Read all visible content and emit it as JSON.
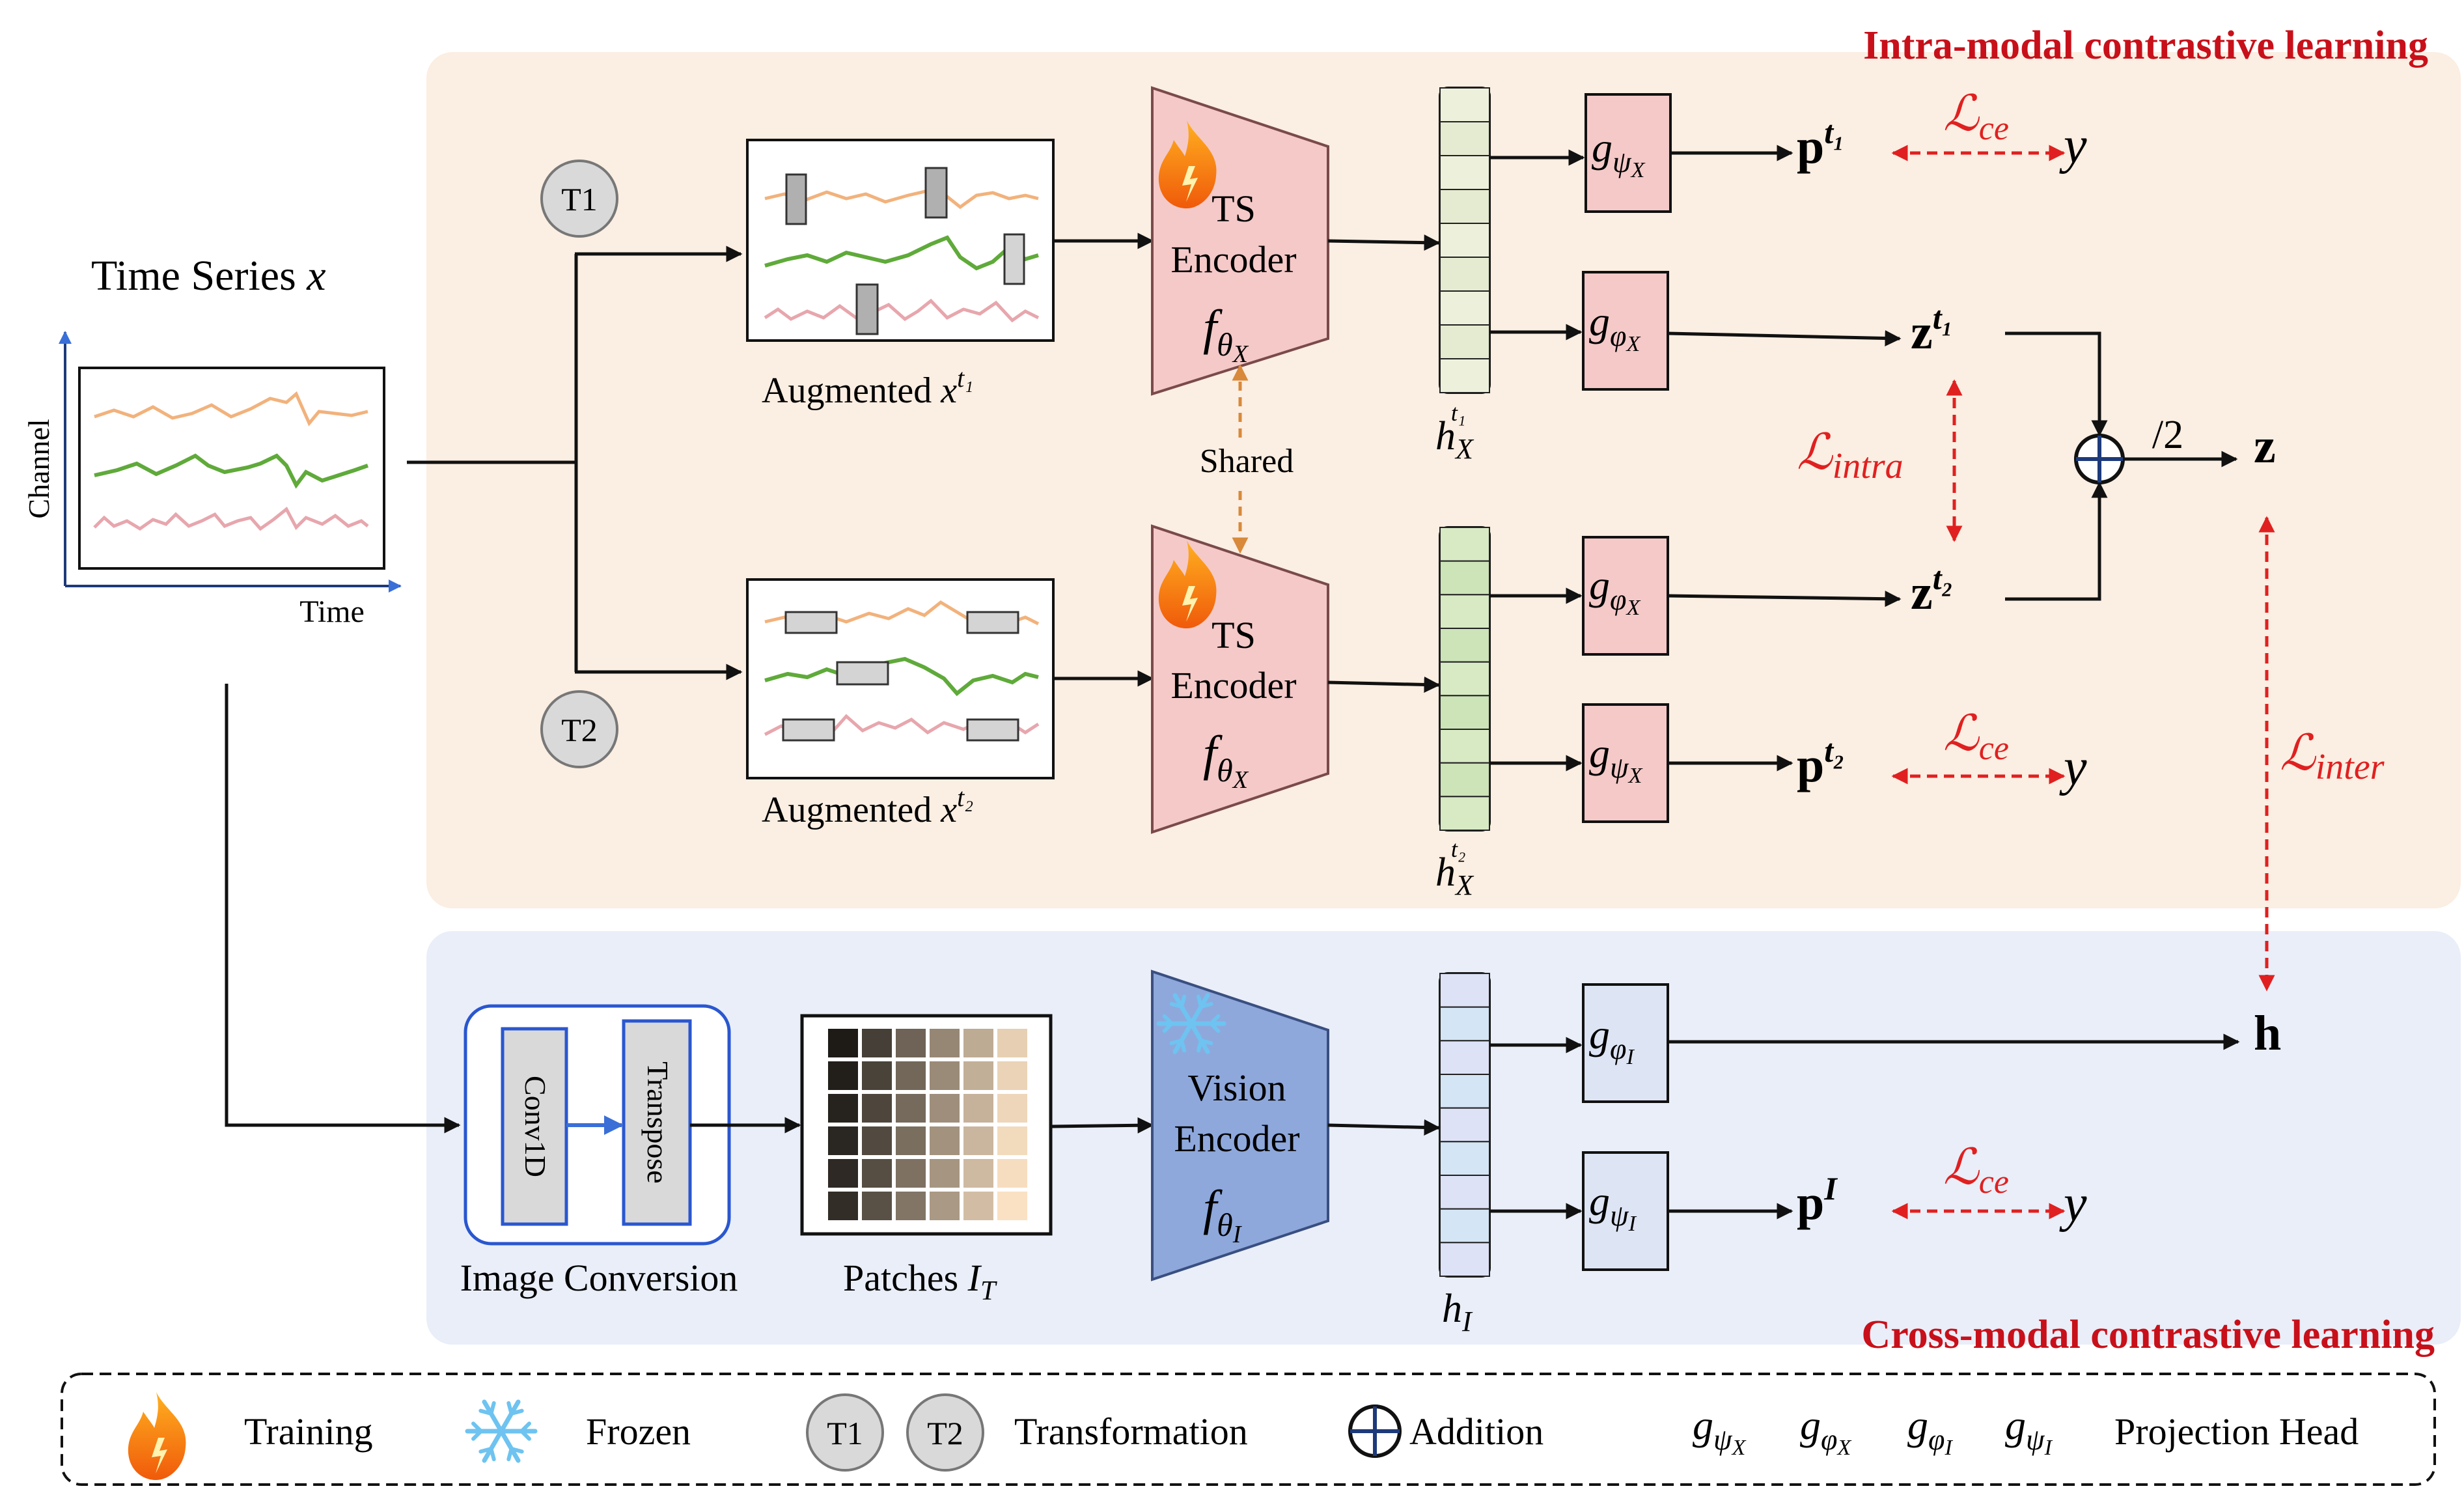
{
  "titles": {
    "intra": "Intra-modal contrastive learning",
    "cross": "Cross-modal contrastive learning"
  },
  "input": {
    "title": "Time Series ",
    "title_var": "x",
    "y_axis": "Channel",
    "x_axis": "Time"
  },
  "transforms": {
    "t1": "T1",
    "t2": "T2"
  },
  "augmented": {
    "label": "Augmented ",
    "var": "x",
    "sup1": "t₁",
    "sup2": "t₂"
  },
  "ts_encoder": {
    "line1": "TS",
    "line2": "Encoder",
    "f": "f",
    "sub": "θ",
    "subsub": "X"
  },
  "shared": "Shared",
  "hidden": {
    "h": "h",
    "sub_x": "X",
    "sup1": "t₁",
    "sup2": "t₂",
    "sub_i": "I"
  },
  "heads": {
    "g": "g",
    "psi": "ψ",
    "phi": "φ",
    "x": "X",
    "i": "I"
  },
  "outputs": {
    "p": "p",
    "z": "z",
    "h": "h",
    "y": "y",
    "t1": "t₁",
    "t2": "t₂",
    "i": "I",
    "half": "/2"
  },
  "losses": {
    "L": "ℒ",
    "ce": "ce",
    "intra": "intra",
    "inter": "inter"
  },
  "image_conversion": {
    "conv": "Conv1D",
    "transpose": "Transpose",
    "label": "Image Conversion"
  },
  "patches": {
    "label": "Patches ",
    "var": "I",
    "sub": "T"
  },
  "vision_encoder": {
    "line1": "Vision",
    "line2": "Encoder",
    "f": "f",
    "sub": "θ",
    "subsub": "I"
  },
  "legend": {
    "training": "Training",
    "frozen": "Frozen",
    "t1": "T1",
    "t2": "T2",
    "transformation": "Transformation",
    "addition": "Addition",
    "projection": "Projection Head"
  },
  "colors": {
    "intra_bg": "#fbeee2",
    "cross_bg": "#e9eef8",
    "accent_red": "#e02020",
    "title_red": "#c8101a",
    "ts_encoder": "#f4c9c8",
    "vision_encoder": "#8ea8dc",
    "head_pink": "#f4c9c8",
    "head_blue": "#dde4f4",
    "series_orange": "#f2b27c",
    "series_green": "#5faa3a",
    "series_pink": "#e7a6ad",
    "shared_arrow": "#d8893a",
    "blue_arrow": "#3a6fd8"
  },
  "icons": {
    "fire": "fire-icon",
    "snowflake": "snowflake-icon",
    "addition": "circled-plus-icon"
  }
}
